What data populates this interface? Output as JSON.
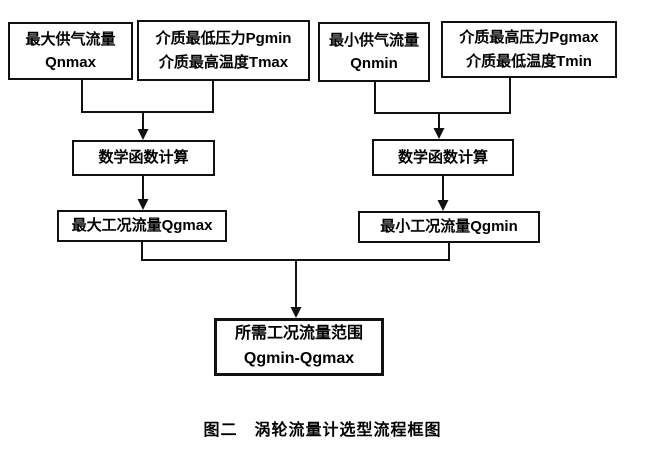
{
  "diagram": {
    "caption": "图二　涡轮流量计选型流程框图",
    "colors": {
      "line": "#111111",
      "background": "#ffffff",
      "text": "#000000"
    },
    "nodes": {
      "qnmax": {
        "line1": "最大供气流量",
        "line2": "Qnmax"
      },
      "pgmin_tmax": {
        "line1": "介质最低压力Pgmin",
        "line2": "介质最高温度Tmax"
      },
      "qnmin": {
        "line1": "最小供气流量",
        "line2": "Qnmin"
      },
      "pgmax_tmin": {
        "line1": "介质最高压力Pgmax",
        "line2": "介质最低温度Tmin"
      },
      "math_left": {
        "label": "数学函数计算"
      },
      "math_right": {
        "label": "数学函数计算"
      },
      "qgmax": {
        "label": "最大工况流量Qgmax"
      },
      "qgmin": {
        "label": "最小工况流量Qgmin"
      },
      "range": {
        "line1": "所需工况流量范围",
        "line2": "Qgmin-Qgmax"
      }
    }
  }
}
